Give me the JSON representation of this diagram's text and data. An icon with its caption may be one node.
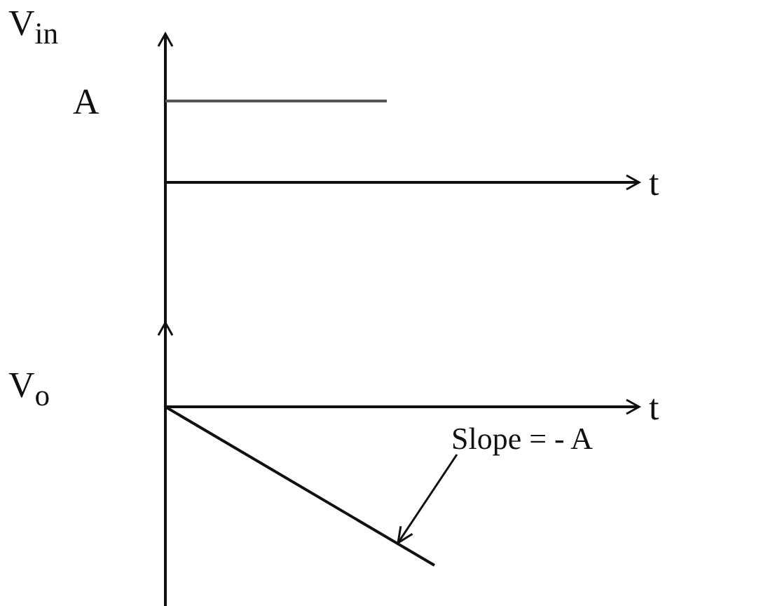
{
  "diagram": {
    "nodes": [
      {
        "text": [
          "Slope = - A"
        ]
      },
      {
        "text": [],
        "shape": "line"
      }
    ],
    "edges": [
      {
        "from": 0,
        "to": 1,
        "arrow": "to"
      }
    ],
    "labels": [
      "V$_{in}$",
      "A",
      "t",
      "V$_{o}$",
      "t"
    ]
  }
}
